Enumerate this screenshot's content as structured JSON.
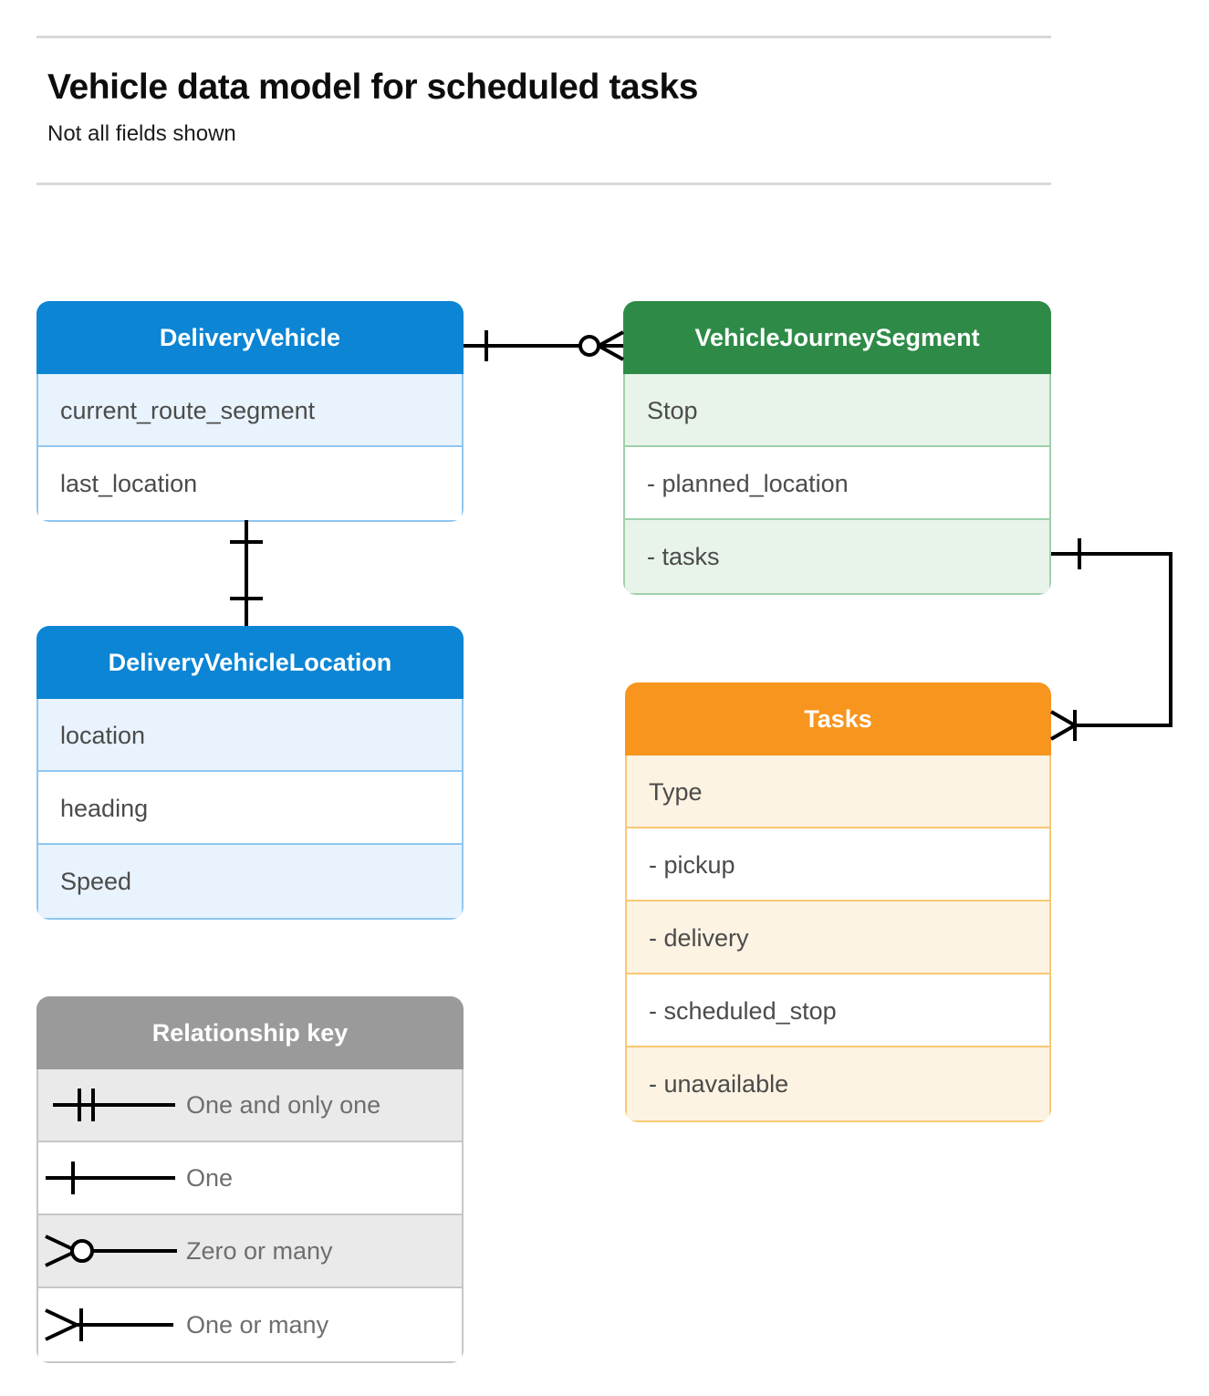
{
  "header": {
    "title": "Vehicle data model for scheduled tasks",
    "subtitle": "Not all fields shown"
  },
  "colors": {
    "blue": "#0b85d4",
    "blue_tint": "#e8f3fd",
    "blue_border": "#8fc6f0",
    "green": "#2e8b47",
    "green_tint": "#e8f3ea",
    "green_border": "#9ed0ac",
    "orange": "#f7951e",
    "orange_tint": "#fdf3e2",
    "orange_border": "#fac774",
    "gray": "#9a9a9a",
    "gray_tint": "#eaeaea",
    "gray_border": "#c6c6c6",
    "field_text": "#4b4b4b",
    "legend_text": "#6e6e6e",
    "rule": "#d9d9d9",
    "connector": "#000000"
  },
  "entities": [
    {
      "id": "delivery-vehicle",
      "title": "DeliveryVehicle",
      "theme": "blue",
      "fields": [
        "current_route_segment",
        "last_location"
      ]
    },
    {
      "id": "vehicle-journey-segment",
      "title": "VehicleJourneySegment",
      "theme": "green",
      "fields": [
        "Stop",
        "-  planned_location",
        "- tasks"
      ]
    },
    {
      "id": "delivery-vehicle-location",
      "title": "DeliveryVehicleLocation",
      "theme": "blue",
      "fields": [
        "location",
        "heading",
        "Speed"
      ]
    },
    {
      "id": "tasks",
      "title": "Tasks",
      "theme": "orange",
      "fields": [
        "Type",
        "-  pickup",
        "-  delivery",
        "-  scheduled_stop",
        "-  unavailable"
      ]
    }
  ],
  "relationship_key": {
    "title": "Relationship key",
    "items": [
      {
        "symbol": "one-and-only-one",
        "label": "One and only one"
      },
      {
        "symbol": "one",
        "label": "One"
      },
      {
        "symbol": "zero-or-many",
        "label": "Zero or many"
      },
      {
        "symbol": "one-or-many",
        "label": "One or many"
      }
    ]
  },
  "relationships": [
    {
      "id": "deliveryvehicle-to-journeysegment",
      "from": "DeliveryVehicle",
      "from_cardinality": "one",
      "to": "VehicleJourneySegment",
      "to_cardinality": "zero or many"
    },
    {
      "id": "deliveryvehicle-to-location",
      "from": "DeliveryVehicle",
      "from_cardinality": "one",
      "to": "DeliveryVehicleLocation",
      "to_cardinality": "one"
    },
    {
      "id": "journeysegment-tasks-to-tasks",
      "from": "VehicleJourneySegment.tasks",
      "from_cardinality": "one",
      "to": "Tasks",
      "to_cardinality": "one or many"
    }
  ]
}
